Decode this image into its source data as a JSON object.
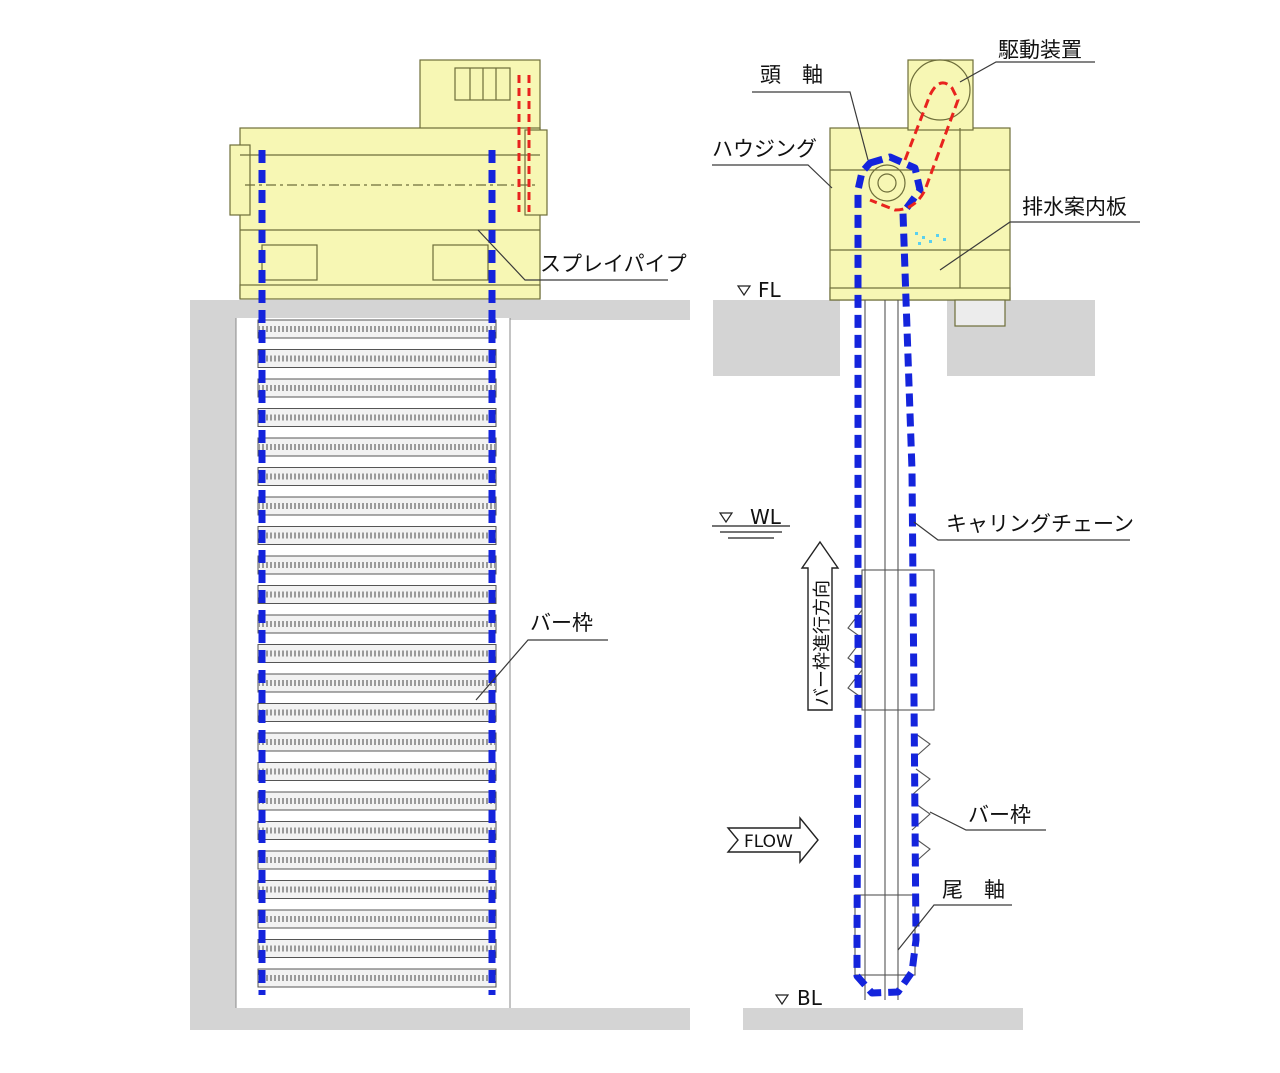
{
  "labels": {
    "spray_pipe": "スプレイパイプ",
    "bar_frame_front": "バー枠",
    "head_shaft": "頭　軸",
    "drive_unit": "駆動装置",
    "housing": "ハウジング",
    "drain_guide": "排水案内板",
    "carrying_chain": "キャリングチェーン",
    "bar_frame_side": "バー枠",
    "tail_shaft": "尾　軸",
    "travel_direction": "バー枠進行方向",
    "flow": "FLOW",
    "fl": "FL",
    "wl": "WL",
    "bl": "BL"
  },
  "colors": {
    "housing_fill": "#f7f7b4",
    "concrete": "#d4d4d4",
    "chain_blue": "#1424dc",
    "drive_red": "#e8231e",
    "line": "#3a3a3a"
  }
}
